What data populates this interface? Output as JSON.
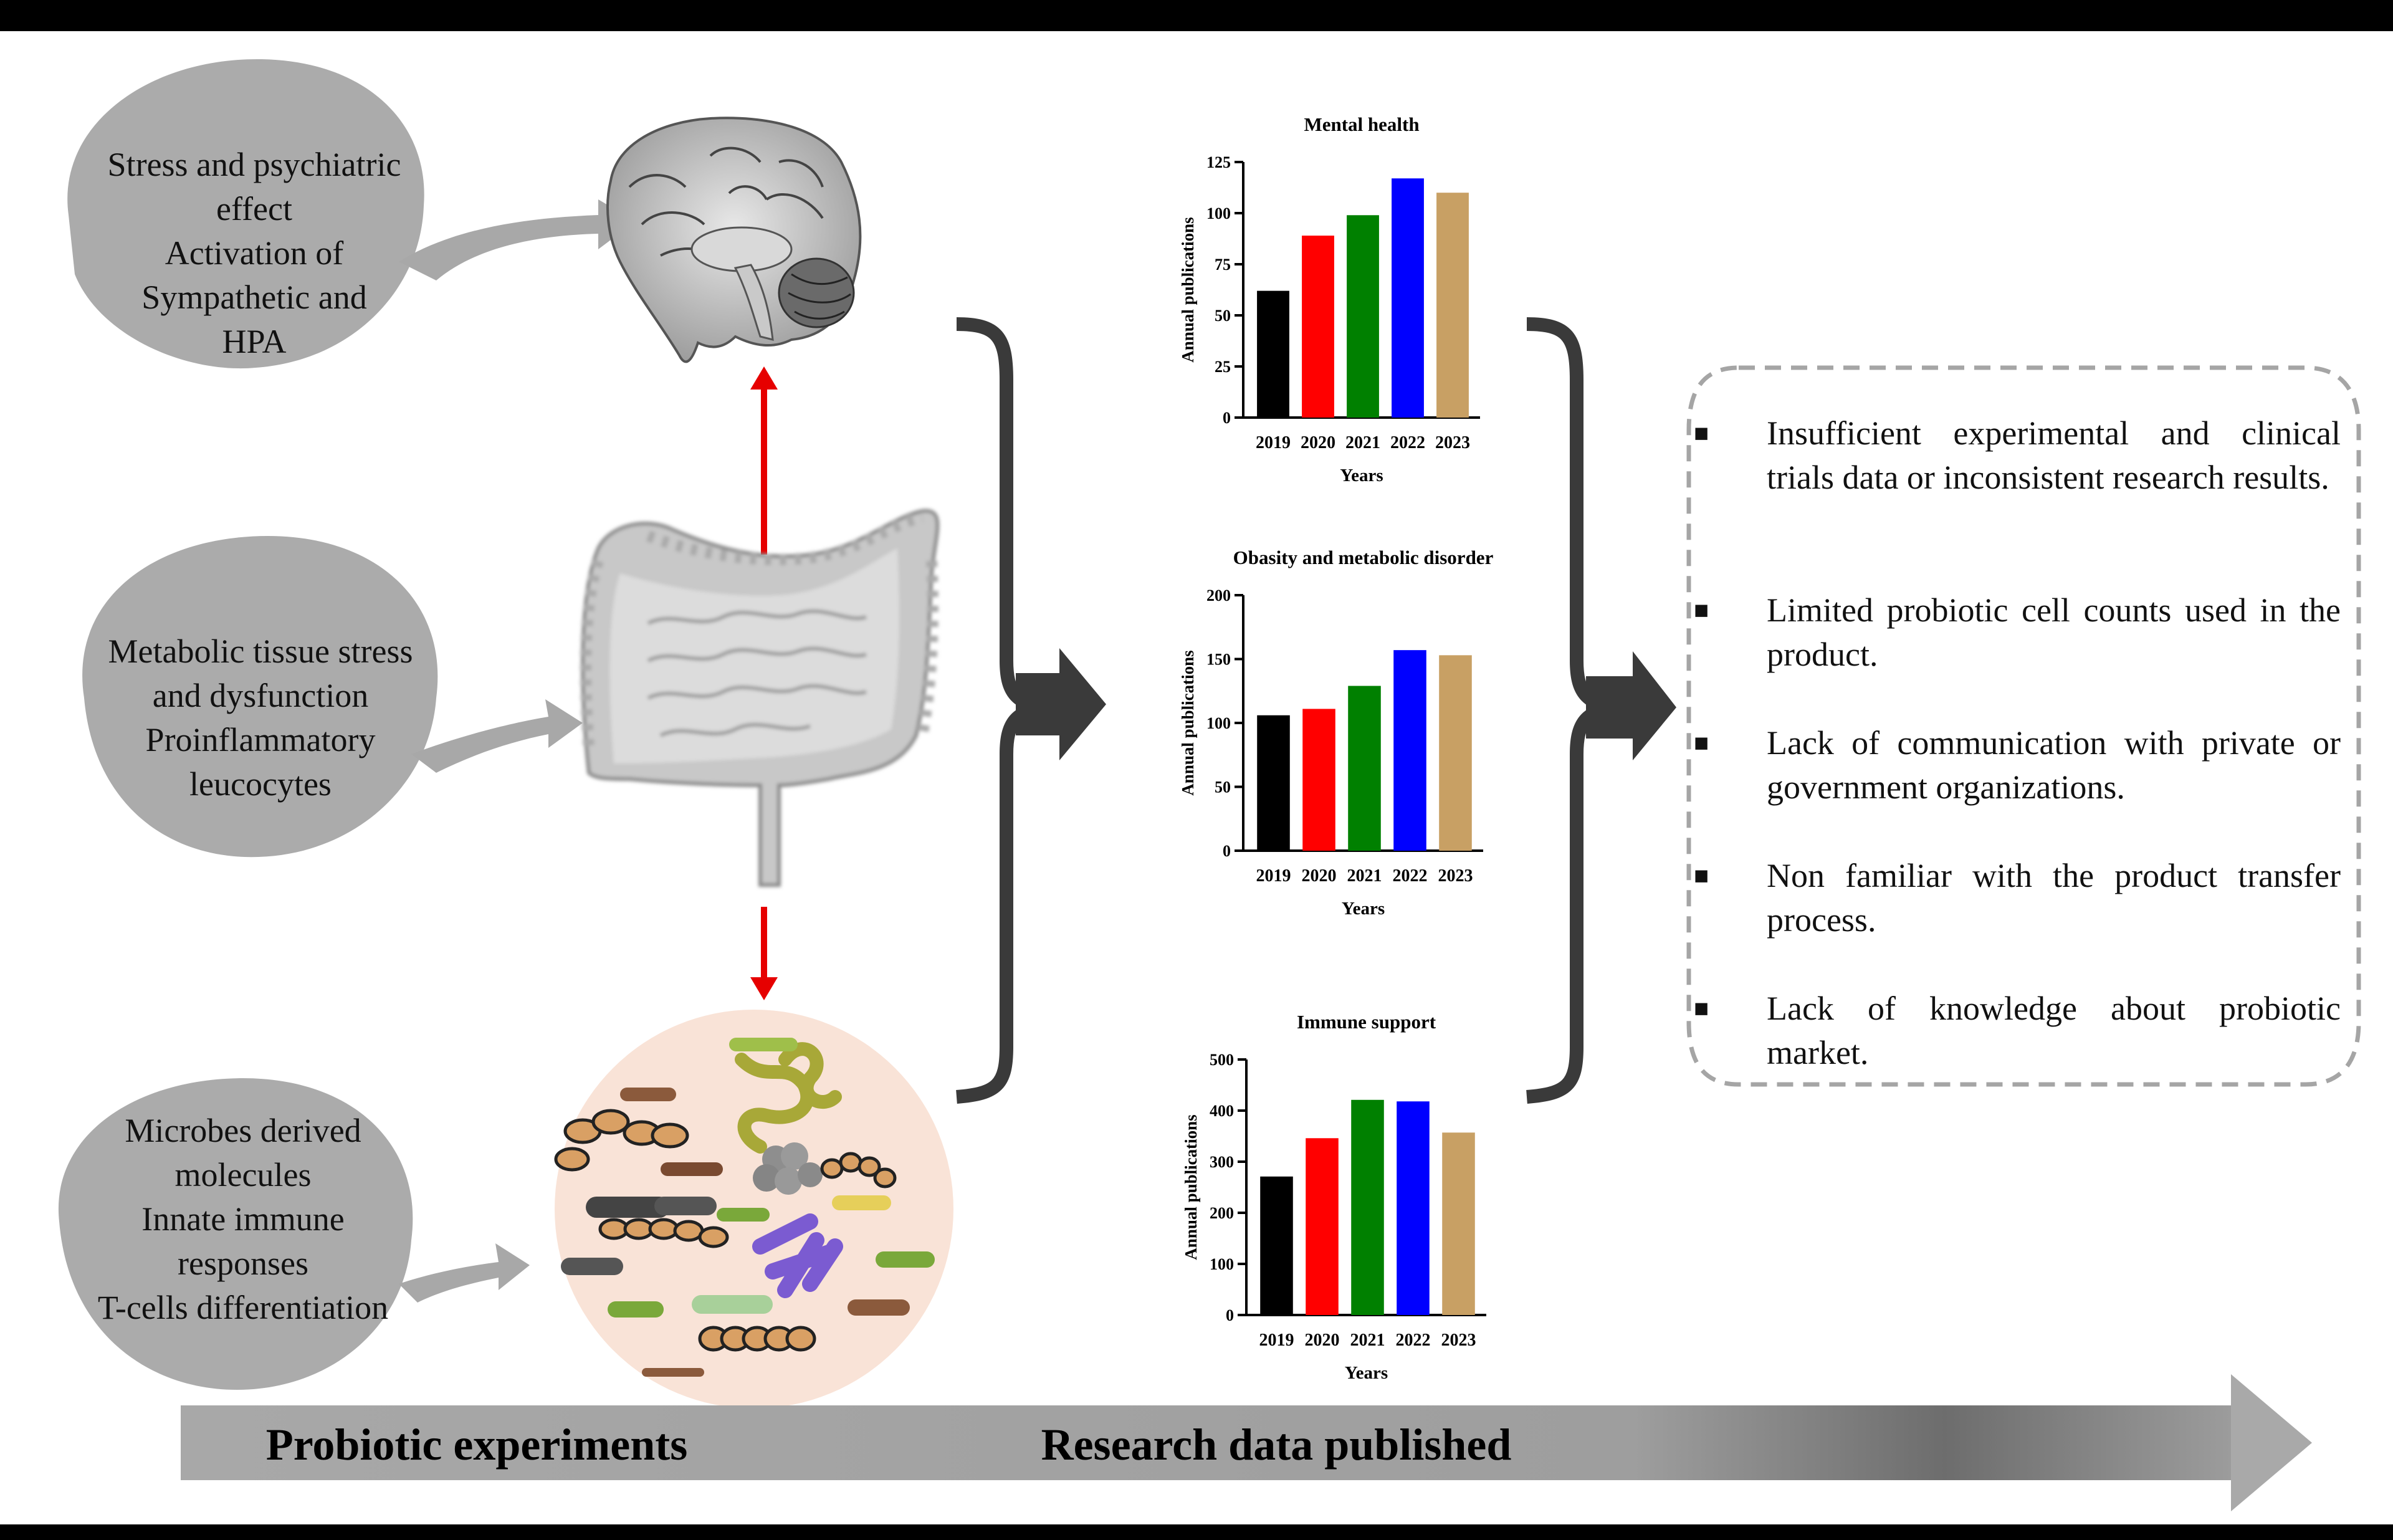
{
  "bubbles": [
    {
      "id": "brain",
      "lines": [
        "Stress and psychiatric",
        "effect",
        "Activation of",
        "Sympathetic and",
        "HPA"
      ]
    },
    {
      "id": "gut",
      "lines": [
        "Metabolic tissue stress",
        "and dysfunction",
        "Proinflammatory",
        "leucocytes"
      ]
    },
    {
      "id": "microbes",
      "lines": [
        "Microbes derived",
        "molecules",
        "Innate immune",
        "responses",
        "T-cells differentiation"
      ]
    }
  ],
  "charts": [
    {
      "title": "Mental health",
      "ylabel": "Annual publications",
      "xlabel": "Years",
      "yticks": [
        "0",
        "25",
        "50",
        "75",
        "100",
        "125"
      ],
      "ymax": 125
    },
    {
      "title": "Obasity and metabolic disorder",
      "ylabel": "Annual publications",
      "xlabel": "Years",
      "yticks": [
        "0",
        "50",
        "100",
        "150",
        "200"
      ],
      "ymax": 200
    },
    {
      "title": "Immune support",
      "ylabel": "Annual publications",
      "xlabel": "Years",
      "yticks": [
        "0",
        "100",
        "200",
        "300",
        "400",
        "500"
      ],
      "ymax": 500
    }
  ],
  "chart_data": [
    {
      "type": "bar",
      "title": "Mental health",
      "xlabel": "Years",
      "ylabel": "Annual publications",
      "categories": [
        "2019",
        "2020",
        "2021",
        "2022",
        "2023"
      ],
      "values": [
        62,
        89,
        99,
        117,
        110
      ],
      "ylim": [
        0,
        125
      ],
      "colors": [
        "#000000",
        "#ff0000",
        "#008000",
        "#0000ff",
        "#c8a064"
      ]
    },
    {
      "type": "bar",
      "title": "Obasity and metabolic disorder",
      "xlabel": "Years",
      "ylabel": "Annual publications",
      "categories": [
        "2019",
        "2020",
        "2021",
        "2022",
        "2023"
      ],
      "values": [
        106,
        111,
        129,
        157,
        153
      ],
      "ylim": [
        0,
        200
      ],
      "colors": [
        "#000000",
        "#ff0000",
        "#008000",
        "#0000ff",
        "#c8a064"
      ]
    },
    {
      "type": "bar",
      "title": "Immune support",
      "xlabel": "Years",
      "ylabel": "Annual publications",
      "categories": [
        "2019",
        "2020",
        "2021",
        "2022",
        "2023"
      ],
      "values": [
        271,
        346,
        421,
        418,
        357
      ],
      "ylim": [
        0,
        500
      ],
      "colors": [
        "#000000",
        "#ff0000",
        "#008000",
        "#0000ff",
        "#c8a064"
      ]
    }
  ],
  "issues": [
    "Insufficient experimental and clinical trials data or inconsistent research results.",
    "Limited probiotic cell counts used in the product.",
    "Lack of communication with private or government organizations.",
    "Non familiar with the product transfer process.",
    " Lack of knowledge about probiotic market."
  ],
  "bottom_arrow": {
    "left_label": "Probiotic experiments",
    "right_label": "Research data published"
  },
  "colors": {
    "bubble": "#ababab",
    "arrow_gray": "#a8a8a8",
    "red_arrow": "#e60000",
    "bracket": "#3a3a3a",
    "microbe_circle": "#f9e3d7"
  },
  "icons": [
    "brain-illustration",
    "intestine-illustration",
    "microbiota-illustration"
  ]
}
